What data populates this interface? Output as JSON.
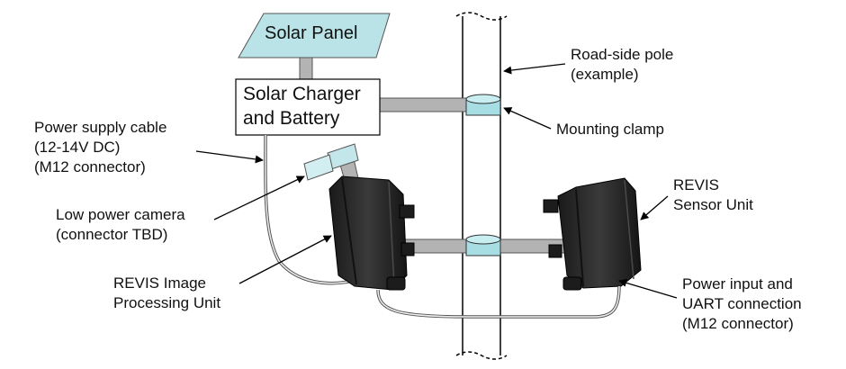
{
  "labels": {
    "solar_panel": "Solar Panel",
    "charger": "Solar Charger\nand Battery",
    "pole": "Road-side pole\n(example)",
    "clamp": "Mounting clamp",
    "power_cable": "Power supply cable\n(12-14V DC)\n(M12 connector)",
    "camera": "Low power camera\n(connector TBD)",
    "sensor_unit": "REVIS\nSensor Unit",
    "image_unit": "REVIS Image\nProcessing Unit",
    "power_input": "Power input and\nUART connection\n(M12 connector)"
  },
  "colors": {
    "panel_fill": "#b9e3e6",
    "clamp_fill": "#a6dee3",
    "bar_fill": "#b3b3b3",
    "unit_fill": "#262626",
    "camera_fill": "#c3e6ea"
  }
}
